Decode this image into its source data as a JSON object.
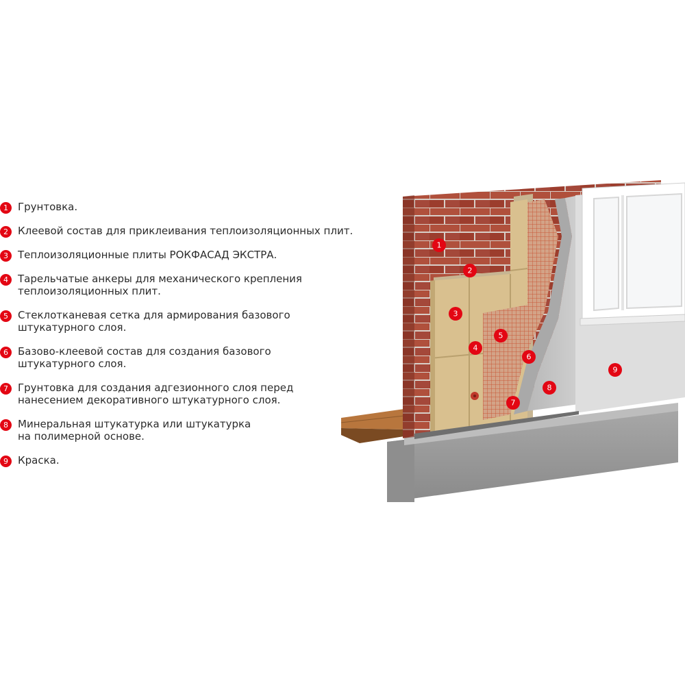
{
  "legend": {
    "items": [
      {
        "num": "1",
        "text": "Грунтовка."
      },
      {
        "num": "2",
        "text": "Клеевой состав для приклеивания теплоизоляционных плит."
      },
      {
        "num": "3",
        "text": "Теплоизоляционные плиты РОКФАСАД ЭКСТРА."
      },
      {
        "num": "4",
        "text": "Тарельчатые анкеры для механического крепления\nтеплоизоляционных плит."
      },
      {
        "num": "5",
        "text": "Стеклотканевая сетка для армирования базового\nштукатурного слоя."
      },
      {
        "num": "6",
        "text": "Базово-клеевой состав для создания базового\nштукатурного слоя."
      },
      {
        "num": "7",
        "text": "Грунтовка для создания адгезионного слоя перед\nнанесением декоративного штукатурного слоя."
      },
      {
        "num": "8",
        "text": "Минеральная штукатурка или штукатурка\nна полимерной основе."
      },
      {
        "num": "9",
        "text": "Краска."
      }
    ]
  },
  "diagram": {
    "callouts": [
      "1",
      "2",
      "3",
      "4",
      "5",
      "6",
      "7",
      "8",
      "9"
    ]
  },
  "colors": {
    "accent": "#e30613",
    "brick": "#9c3a2c",
    "insulation": "#d9c08f",
    "plaster": "#c9c9c9",
    "wall": "#dcdcdc",
    "base": "#9e9e9e",
    "wood": "#a86a35"
  }
}
